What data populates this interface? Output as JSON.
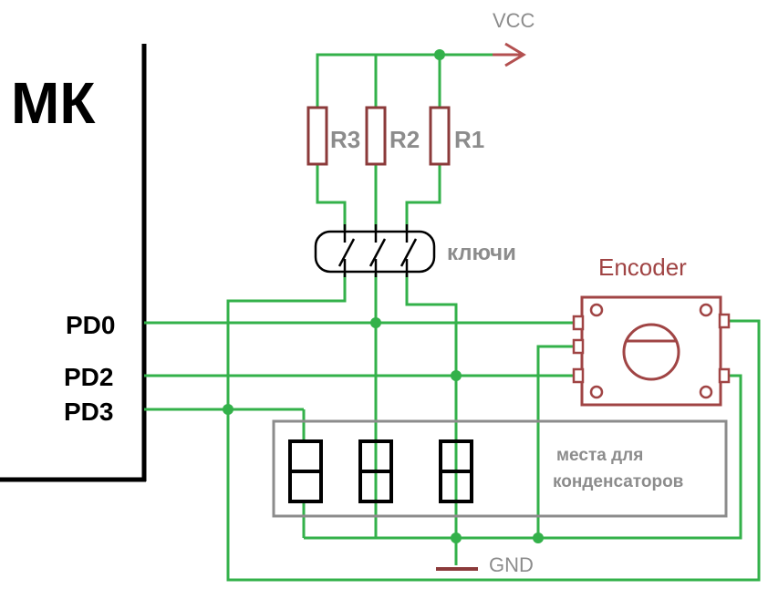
{
  "mcu": {
    "label": "МК",
    "pins": {
      "pd0": "PD0",
      "pd2": "PD2",
      "pd3": "PD3"
    }
  },
  "power": {
    "vcc": "VCC",
    "gnd": "GND"
  },
  "resistors": [
    "R3",
    "R2",
    "R1"
  ],
  "switches_label": "ключи",
  "encoder_label": "Encoder",
  "capacitor_area": {
    "line1": "места для",
    "line2": "конденсаторов"
  },
  "colors": {
    "wire": "#33b14a",
    "resistor": "#8b3a3a",
    "encoder": "#a04444",
    "gray_label": "#8c8c8c",
    "outline": "#000000"
  }
}
